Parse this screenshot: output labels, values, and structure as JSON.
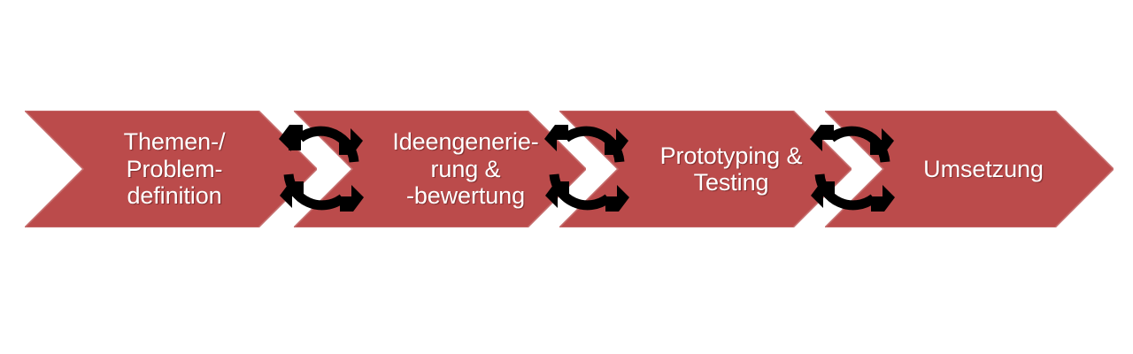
{
  "diagram": {
    "type": "chevron-process-flow",
    "language": "de",
    "colors": {
      "chevron_fill": "#bb4b4b",
      "chevron_stroke": "#c56c6c",
      "label_text": "#ffffff",
      "arrow_icon": "#000000",
      "background": "#ffffff"
    },
    "stages": [
      {
        "id": "stage-1",
        "index": 1,
        "label": "Themen-/\nProblem-\ndefinition",
        "label_lines": [
          "Themen-/",
          "Problem-",
          "definition"
        ]
      },
      {
        "id": "stage-2",
        "index": 2,
        "label": "Ideengenerie-\nrung &\n-bewertung",
        "label_lines": [
          "Ideengenerie-",
          "rung &",
          "-bewertung"
        ]
      },
      {
        "id": "stage-3",
        "index": 3,
        "label": "Prototyping &\nTesting",
        "label_lines": [
          "Prototyping &",
          "Testing"
        ]
      },
      {
        "id": "stage-4",
        "index": 4,
        "label": "Umsetzung",
        "label_lines": [
          "Umsetzung"
        ]
      }
    ],
    "connectors": [
      {
        "id": "connector-1",
        "between": [
          "stage-1",
          "stage-2"
        ],
        "icon": "cycle-arrows-icon"
      },
      {
        "id": "connector-2",
        "between": [
          "stage-2",
          "stage-3"
        ],
        "icon": "cycle-arrows-icon"
      },
      {
        "id": "connector-3",
        "between": [
          "stage-3",
          "stage-4"
        ],
        "icon": "cycle-arrows-icon"
      }
    ]
  }
}
